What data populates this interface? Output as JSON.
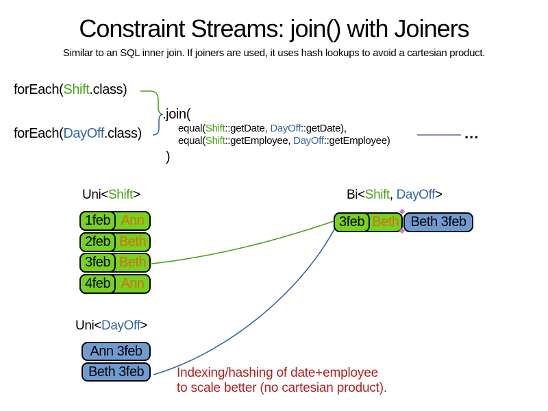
{
  "header": {
    "title": "Constraint Streams: join() with Joiners",
    "subtitle": "Similar to an SQL inner join. If joiners are used, it uses hash lookups to avoid a cartesian product."
  },
  "code": {
    "foreach_shift": {
      "pre": "forEach(",
      "cls": "Shift",
      "post": ".class)"
    },
    "foreach_dayoff": {
      "pre": "forEach(",
      "cls": "DayOff",
      "post": ".class)"
    },
    "join_open": ".join(",
    "joiner_date": {
      "pre": "equal(",
      "cls1": "Shift",
      "mid": "::getDate, ",
      "cls2": "DayOff",
      "post": "::getDate),"
    },
    "joiner_employee": {
      "pre": "equal(",
      "cls1": "Shift",
      "mid": "::getEmployee, ",
      "cls2": "DayOff",
      "post": "::getEmployee)"
    },
    "join_close": ")",
    "ellipsis": "..."
  },
  "uni_shift": {
    "label": {
      "pre": "Uni<",
      "type": "Shift",
      "post": ">"
    },
    "rows": [
      {
        "date": "1feb",
        "name": "Ann"
      },
      {
        "date": "2feb",
        "name": "Beth"
      },
      {
        "date": "3feb",
        "name": "Beth"
      },
      {
        "date": "4feb",
        "name": "Ann"
      }
    ]
  },
  "bi": {
    "label": {
      "pre": "Bi<",
      "type1": "Shift",
      "sep": ", ",
      "type2": "DayOff",
      "post": ">"
    },
    "row": {
      "date": "3feb",
      "name": "Beth",
      "dayoff": "Beth 3feb"
    }
  },
  "uni_dayoff": {
    "label": {
      "pre": "Uni<",
      "type": "DayOff",
      "post": ">"
    },
    "rows": [
      {
        "text": "Ann 3feb"
      },
      {
        "text": "Beth 3feb"
      }
    ]
  },
  "note": {
    "line1": "Indexing/hashing of date+employee",
    "line2": "to scale better (no cartesian product)."
  },
  "colors": {
    "green_text": "#4ba119",
    "green_fill": "#77d120",
    "blue_text": "#3465a4",
    "blue_fill": "#6f9bd1",
    "orange_text": "#d96b15",
    "red_text": "#b02020",
    "purple_line": "#9c82ae",
    "pink_diamond": "#c87fc0"
  }
}
